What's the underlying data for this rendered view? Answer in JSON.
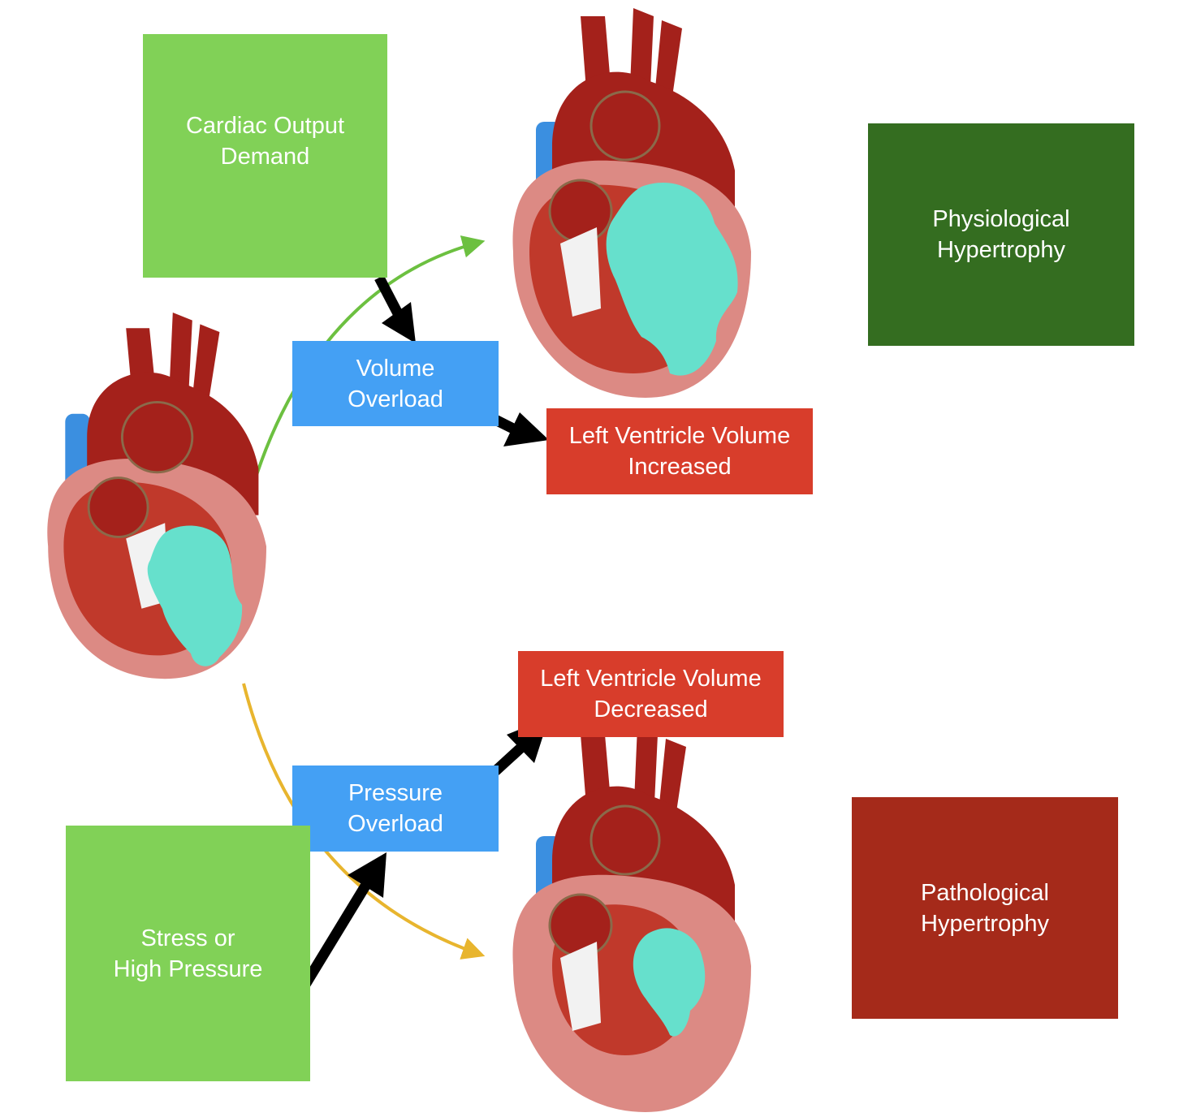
{
  "colors": {
    "light_green": "#81d157",
    "dark_green": "#346d20",
    "blue": "#44a0f4",
    "red": "#d83d2b",
    "dark_red": "#a52a1a",
    "green_arrow": "#6cc040",
    "yellow_arrow": "#e8b52e",
    "heart_dark": "#a4211b",
    "heart_mid": "#c0392b",
    "heart_pink": "#dc8a84",
    "vein_blue": "#3b8fe0",
    "ventricle_cyan": "#66e0cc"
  },
  "boxes": {
    "cardiac_output": "Cardiac Output\nDemand",
    "volume_overload": "Volume\nOverload",
    "lv_increased": "Left Ventricle Volume\nIncreased",
    "physiological": "Physiological\nHypertrophy",
    "lv_decreased": "Left Ventricle Volume\nDecreased",
    "pressure_overload": "Pressure\nOverload",
    "stress": "Stress or\nHigh Pressure",
    "pathological": "Pathological\nHypertrophy"
  }
}
